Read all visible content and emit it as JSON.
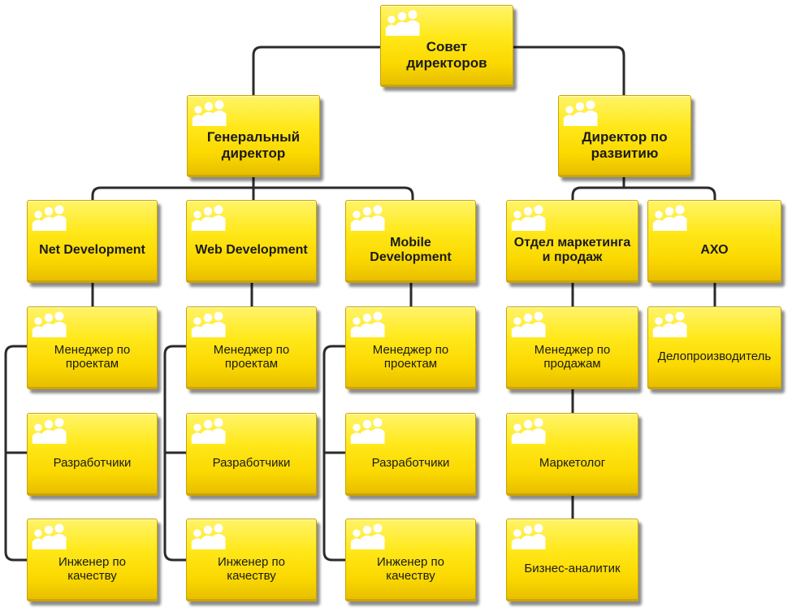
{
  "org_chart": {
    "nodes": [
      {
        "id": "board",
        "label": "Совет\nдиректоров",
        "style": "bold big"
      },
      {
        "id": "ceo",
        "label": "Генеральный\nдиректор",
        "style": "bold big"
      },
      {
        "id": "dev_director",
        "label": "Директор по\nразвитию",
        "style": "bold big"
      },
      {
        "id": "net",
        "label": "Net Development",
        "style": "bold"
      },
      {
        "id": "web",
        "label": "Web Development",
        "style": "bold"
      },
      {
        "id": "mobile",
        "label": "Mobile\nDevelopment",
        "style": "bold"
      },
      {
        "id": "marketing",
        "label": "Отдел маркетинга\nи продаж",
        "style": "bold"
      },
      {
        "id": "axo",
        "label": "АХО",
        "style": "bold"
      },
      {
        "id": "net_pm",
        "label": "Менеджер по\nпроектам",
        "style": ""
      },
      {
        "id": "net_dev",
        "label": "Разработчики",
        "style": ""
      },
      {
        "id": "net_qa",
        "label": "Инженер по\nкачеству",
        "style": ""
      },
      {
        "id": "web_pm",
        "label": "Менеджер по\nпроектам",
        "style": ""
      },
      {
        "id": "web_dev",
        "label": "Разработчики",
        "style": ""
      },
      {
        "id": "web_qa",
        "label": "Инженер по\nкачеству",
        "style": ""
      },
      {
        "id": "mob_pm",
        "label": "Менеджер по\nпроектам",
        "style": ""
      },
      {
        "id": "mob_dev",
        "label": "Разработчики",
        "style": ""
      },
      {
        "id": "mob_qa",
        "label": "Инженер по\nкачеству",
        "style": ""
      },
      {
        "id": "sales_mgr",
        "label": "Менеджер по\nпродажам",
        "style": ""
      },
      {
        "id": "marketer",
        "label": "Маркетолог",
        "style": ""
      },
      {
        "id": "analyst",
        "label": "Бизнес-аналитик",
        "style": ""
      },
      {
        "id": "clerk",
        "label": "Делопроизводитель",
        "style": ""
      }
    ],
    "edges": [
      [
        "board",
        "ceo"
      ],
      [
        "board",
        "dev_director"
      ],
      [
        "ceo",
        "net"
      ],
      [
        "ceo",
        "web"
      ],
      [
        "ceo",
        "mobile"
      ],
      [
        "dev_director",
        "marketing"
      ],
      [
        "dev_director",
        "axo"
      ],
      [
        "net",
        "net_pm"
      ],
      [
        "net_pm",
        "net_dev"
      ],
      [
        "net_pm",
        "net_qa"
      ],
      [
        "web",
        "web_pm"
      ],
      [
        "web_pm",
        "web_dev"
      ],
      [
        "web_pm",
        "web_qa"
      ],
      [
        "mobile",
        "mob_pm"
      ],
      [
        "mob_pm",
        "mob_dev"
      ],
      [
        "mob_pm",
        "mob_qa"
      ],
      [
        "marketing",
        "sales_mgr"
      ],
      [
        "sales_mgr",
        "marketer"
      ],
      [
        "marketer",
        "analyst"
      ],
      [
        "axo",
        "clerk"
      ]
    ],
    "node_color": "#ffe81a",
    "connector_color": "#2b2b2b",
    "icon": "people-group-icon"
  }
}
